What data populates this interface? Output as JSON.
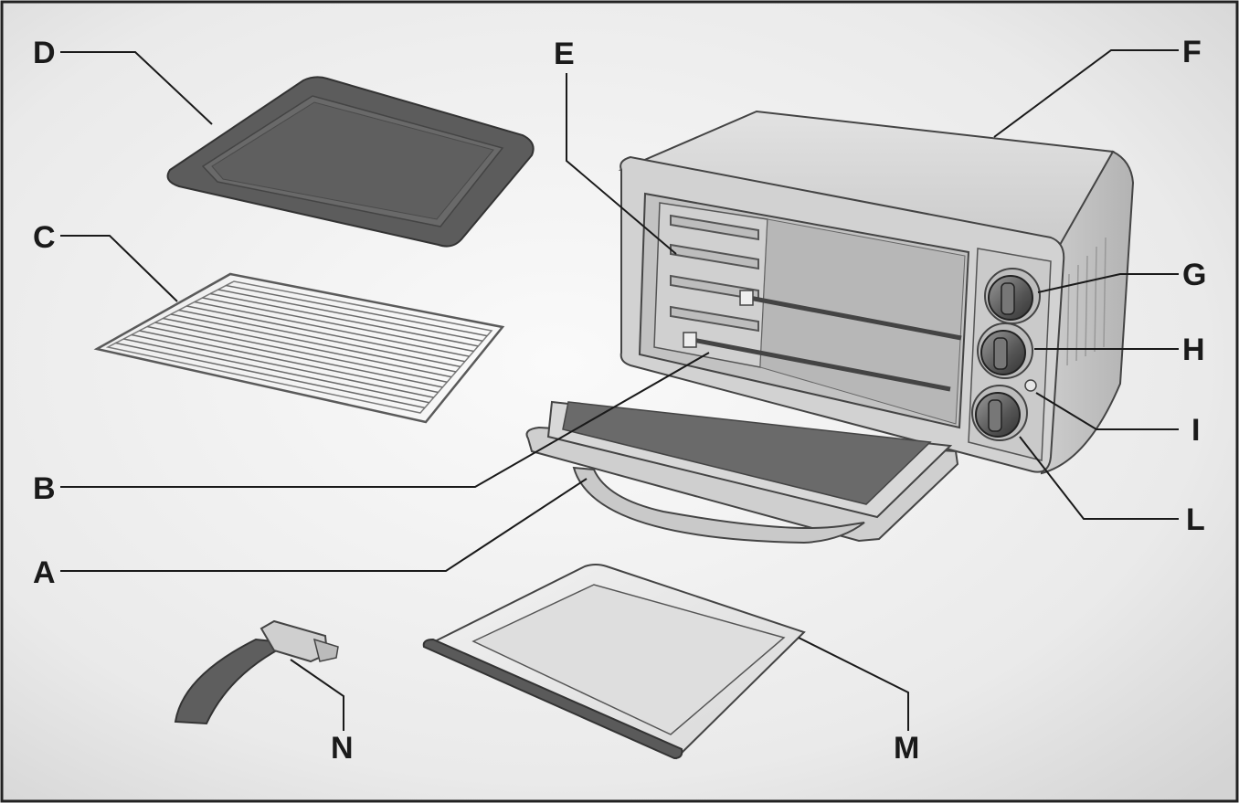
{
  "labels": {
    "A": "A",
    "B": "B",
    "C": "C",
    "D": "D",
    "E": "E",
    "F": "F",
    "G": "G",
    "H": "H",
    "I": "I",
    "L": "L",
    "M": "M",
    "N": "N"
  },
  "colors": {
    "background_light": "#f4f4f4",
    "background_dark": "#d9d9d9",
    "tray_dark": "#5e5e5e",
    "oven_body": "#cfcfcf",
    "outline": "#3a3a3a"
  }
}
